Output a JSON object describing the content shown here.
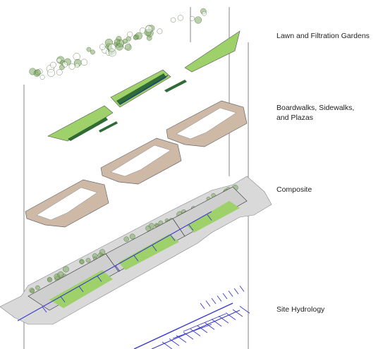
{
  "labels": {
    "lawn": "Lawn and Filtration Gardens",
    "boardwalks": [
      "Boardwalks, Sidewalks,",
      "and Plazas"
    ],
    "composite": "Composite",
    "hydrology": "Site Hydrology"
  },
  "colors": {
    "lawn": "#9fd16a",
    "lawn_dark": "#2f6b34",
    "boardwalk": "#cdb9a6",
    "plaza": "#d9d9d9",
    "hydrology": "#3a3acc",
    "outline": "#555555",
    "tree": "#7faa64"
  }
}
